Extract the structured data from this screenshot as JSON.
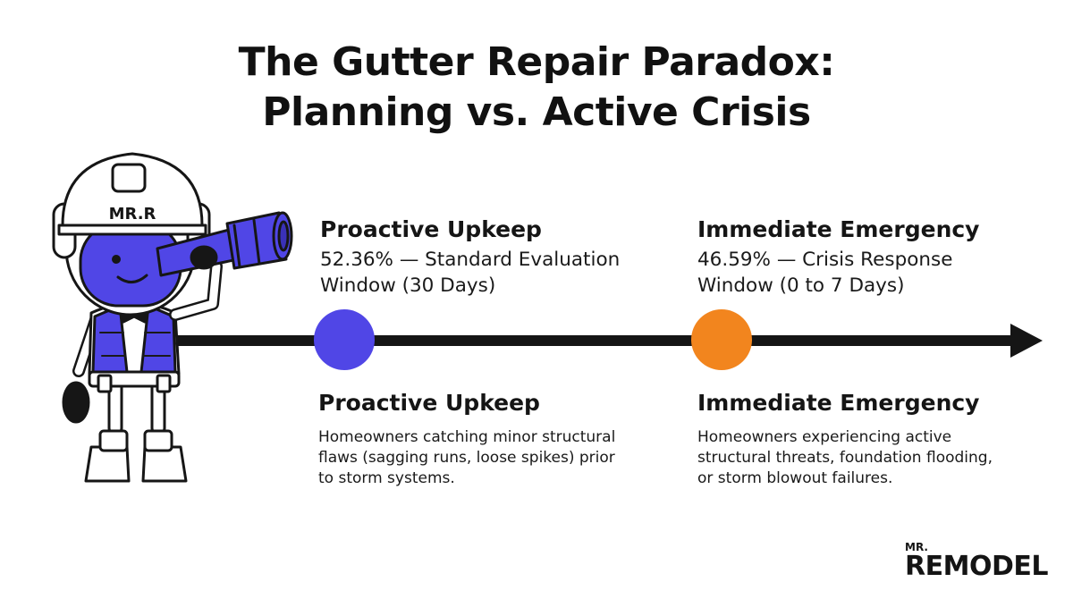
{
  "title": {
    "line1": "The Gutter Repair Paradox:",
    "line2": "Planning vs. Active Crisis"
  },
  "colors": {
    "proactive": "#5046e6",
    "emergency": "#f2851e",
    "line": "#151515",
    "mascot_accent": "#5046e6"
  },
  "mascot": {
    "helmet_text": "MR.R",
    "icon": "robot-mascot-with-telescope-icon"
  },
  "left": {
    "heading": "Proactive Upkeep",
    "stat_line1": "52.36% — Standard Evaluation",
    "stat_line2": "Window (30 Days)",
    "lower_heading": "Proactive Upkeep",
    "desc_line1": "Homeowners catching minor structural",
    "desc_line2": "flaws (sagging runs, loose spikes) prior",
    "desc_line3": "to storm systems."
  },
  "right": {
    "heading": "Immediate Emergency",
    "stat_line1": "46.59% — Crisis Response",
    "stat_line2": "Window (0 to 7 Days)",
    "lower_heading": "Immediate Emergency",
    "desc_line1": "Homeowners experiencing active",
    "desc_line2": "structural threats, foundation flooding,",
    "desc_line3": "or storm blowout failures."
  },
  "logo": {
    "small": "MR.",
    "big": "REMODEL"
  }
}
